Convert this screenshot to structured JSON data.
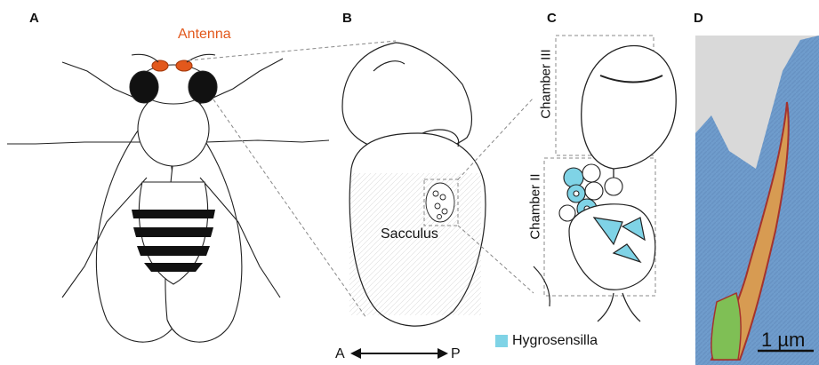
{
  "panels": {
    "a": {
      "letter": "A",
      "antenna_label": "Antenna"
    },
    "b": {
      "letter": "B",
      "sacculus_label": "Sacculus",
      "axis_left": "A",
      "axis_right": "P"
    },
    "c": {
      "letter": "C",
      "chamber_iii_label": "Chamber III",
      "chamber_ii_label": "Chamber II"
    },
    "d": {
      "letter": "D",
      "scale_bar_label": "1 µm"
    }
  },
  "legend": {
    "hygrosensilla_label": "Hygrosensilla"
  },
  "colors": {
    "antenna": "#e2581c",
    "hygrosensilla": "#7fd3e6",
    "tissue_blue": "#6f9ccc",
    "cell_orange": "#d79b52",
    "cell_green": "#7fbf55",
    "cell_red": "#a4332e"
  }
}
